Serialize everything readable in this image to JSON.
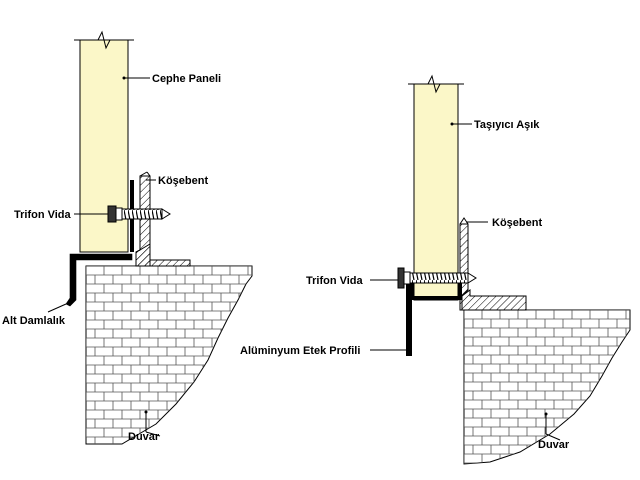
{
  "diagram": {
    "colors": {
      "panel": "#fbf7c8",
      "stroke": "#000000",
      "brick_line": "#555555",
      "hatch": "#000000",
      "wall": "#ffffff"
    },
    "left_detail": {
      "labels": {
        "panel": "Cephe Paneli",
        "angle": "Köşebent",
        "screw": "Trifon Vida",
        "drip": "Alt Damlalık",
        "wall": "Duvar"
      }
    },
    "right_detail": {
      "labels": {
        "purlin": "Taşıyıcı Aşık",
        "angle": "Köşebent",
        "screw": "Trifon Vida",
        "skirt": "Alüminyum Etek Profili",
        "wall": "Duvar"
      }
    }
  }
}
